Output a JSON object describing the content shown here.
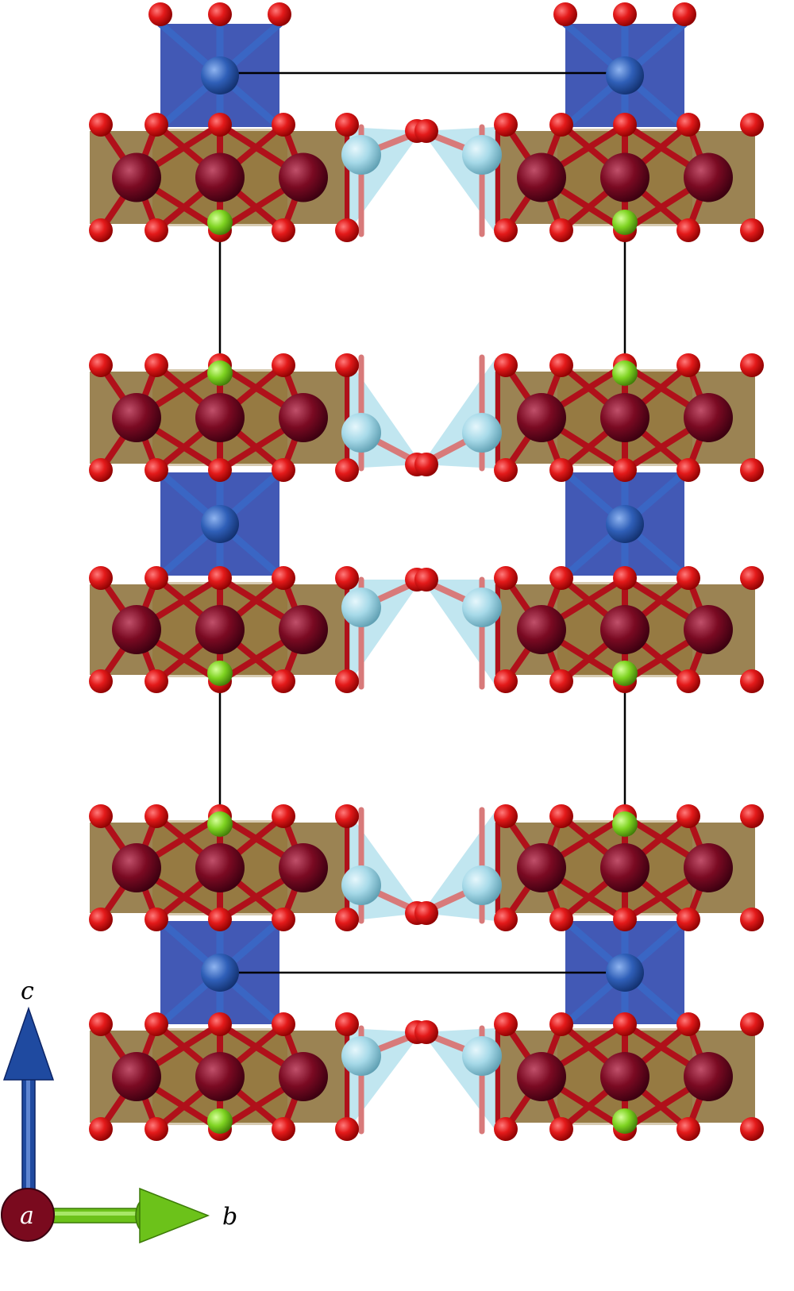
{
  "axes": {
    "c_label": "c",
    "b_label": "b",
    "a_label": "a"
  },
  "colors": {
    "oxygen": "#e01010",
    "heavy_metal": "#7a0a1e",
    "blue_cation": "#2f5fb8",
    "blue_polyhedron": "#213ca8",
    "light_blue_cation": "#9fd8e8",
    "green_atom": "#7ed321",
    "brown_polyhedron": "#7a5a1a",
    "axis_c": "#1f4aa0",
    "axis_b": "#6cc21a",
    "axis_a": "#7a0a1e"
  }
}
